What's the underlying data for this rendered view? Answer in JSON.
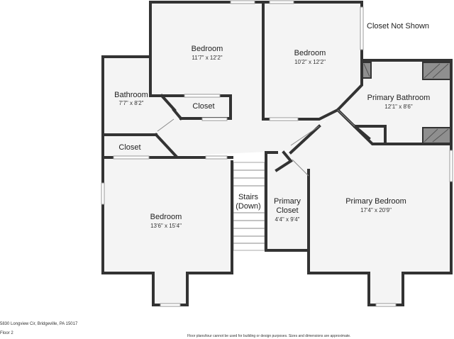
{
  "rooms": {
    "bedroom_top_left": {
      "name": "Bedroom",
      "dims": "11'7\" x 12'2\""
    },
    "bedroom_top_right": {
      "name": "Bedroom",
      "dims": "10'2\" x 12'2\""
    },
    "bathroom": {
      "name": "Bathroom",
      "dims": "7'7\" x 8'2\""
    },
    "closet_upper": {
      "name": "Closet"
    },
    "closet_left": {
      "name": "Closet"
    },
    "primary_bathroom": {
      "name": "Primary Bathroom",
      "dims": "12'1\" x 8'6\""
    },
    "bedroom_bottom_left": {
      "name": "Bedroom",
      "dims": "13'6\" x 15'4\""
    },
    "stairs": {
      "line1": "Stairs",
      "line2": "(Down)"
    },
    "primary_closet": {
      "line1": "Primary",
      "line2": "Closet",
      "dims": "4'4\" x 9'4\""
    },
    "primary_bedroom": {
      "name": "Primary Bedroom",
      "dims": "17'4\" x 20'9\""
    }
  },
  "notes": {
    "closet_not_shown": "Closet Not Shown"
  },
  "footer": {
    "address": "5830 Longview Cir, Bridgeville, PA 15017",
    "floor": "Floor 2",
    "disclaimer": "Floor plans/tour cannot be used for building or design purposes. Sizes and dimensions are approximate."
  }
}
